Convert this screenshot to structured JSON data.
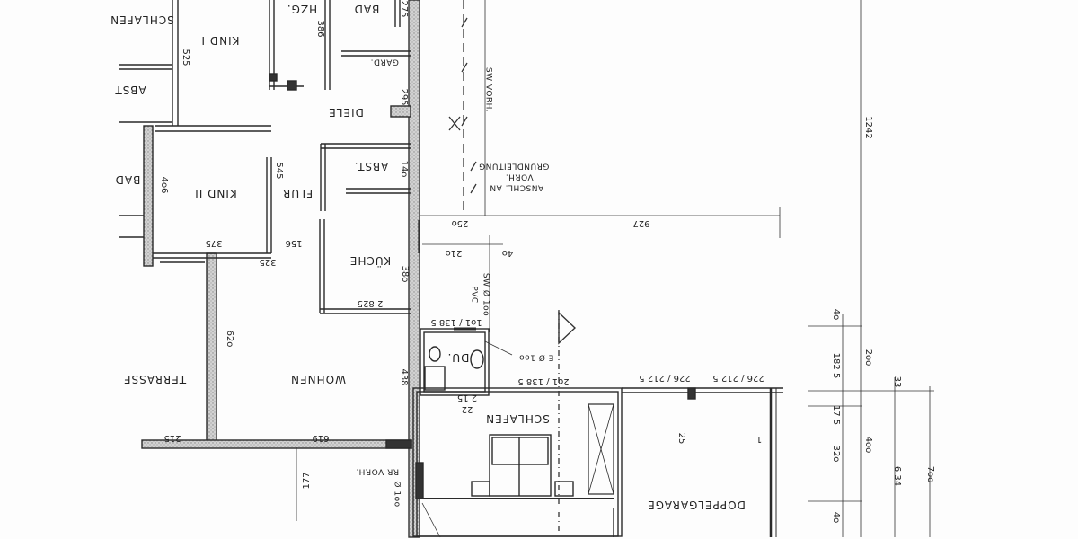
{
  "rooms": {
    "schlafen_top": "SCHLAFEN",
    "kind1": "KIND I",
    "hzg": "HZG.",
    "bad_top": "BAD",
    "gard": "GARD.",
    "abst_left": "ABST",
    "diele": "DIELE",
    "abst_mid": "ABST.",
    "bad_left": "BAD",
    "kind2": "KIND II",
    "flur": "FLUR",
    "kueche": "KÜCHE",
    "terrasse": "TERRASSE",
    "wohnen": "WOHNEN",
    "du": "DU.",
    "schlafen_bottom": "SCHLAFEN",
    "doppelgarage": "DOPPELGARAGE"
  },
  "notes": {
    "sw_vorh": "SW VORH.",
    "anschl1": "ANSCHL. AN",
    "anschl2": "VORH.",
    "anschl3": "GRUNDLEITUNG",
    "sw_pvc1": "SW Ø 1oo",
    "sw_pvc2": "PVC",
    "e_phi": "E Ø 1oo",
    "rr_vorh": "RR VORH.",
    "d_phi": "Ø 1oo"
  },
  "dims": {
    "d525": "525",
    "d386": "386",
    "d275": "275",
    "d295": "295",
    "d545": "545",
    "d140": "14o",
    "d406": "4o6",
    "d375": "375",
    "d325": "325",
    "d156": "156",
    "d250": "25o",
    "d927": "927",
    "d210": "21o",
    "d40a": "4o",
    "d380": "38o",
    "d2825": "2 825",
    "d1385a": "1o1 / 138 5",
    "d620": "62o",
    "d438": "438",
    "d2215": "2 15",
    "d22": "22",
    "d1385b": "2o1 / 138 5",
    "d226a": "226 / 212 5",
    "d226b": "226 / 212 5",
    "d215": "215",
    "d619": "619",
    "d177": "177",
    "d1242": "1242",
    "d40b": "4o",
    "d200": "2oo",
    "d1825": "182 5",
    "d33": "33",
    "d175": "17 5",
    "d320": "32o",
    "d400": "4oo",
    "d634": "6 34",
    "d700": "7oo",
    "d40c": "4o",
    "d25": "25",
    "d1": "1"
  },
  "colors": {
    "ink": "#2a2a2a",
    "wall_fill": "#cfcfcf",
    "paper": "#fdfdfd"
  }
}
